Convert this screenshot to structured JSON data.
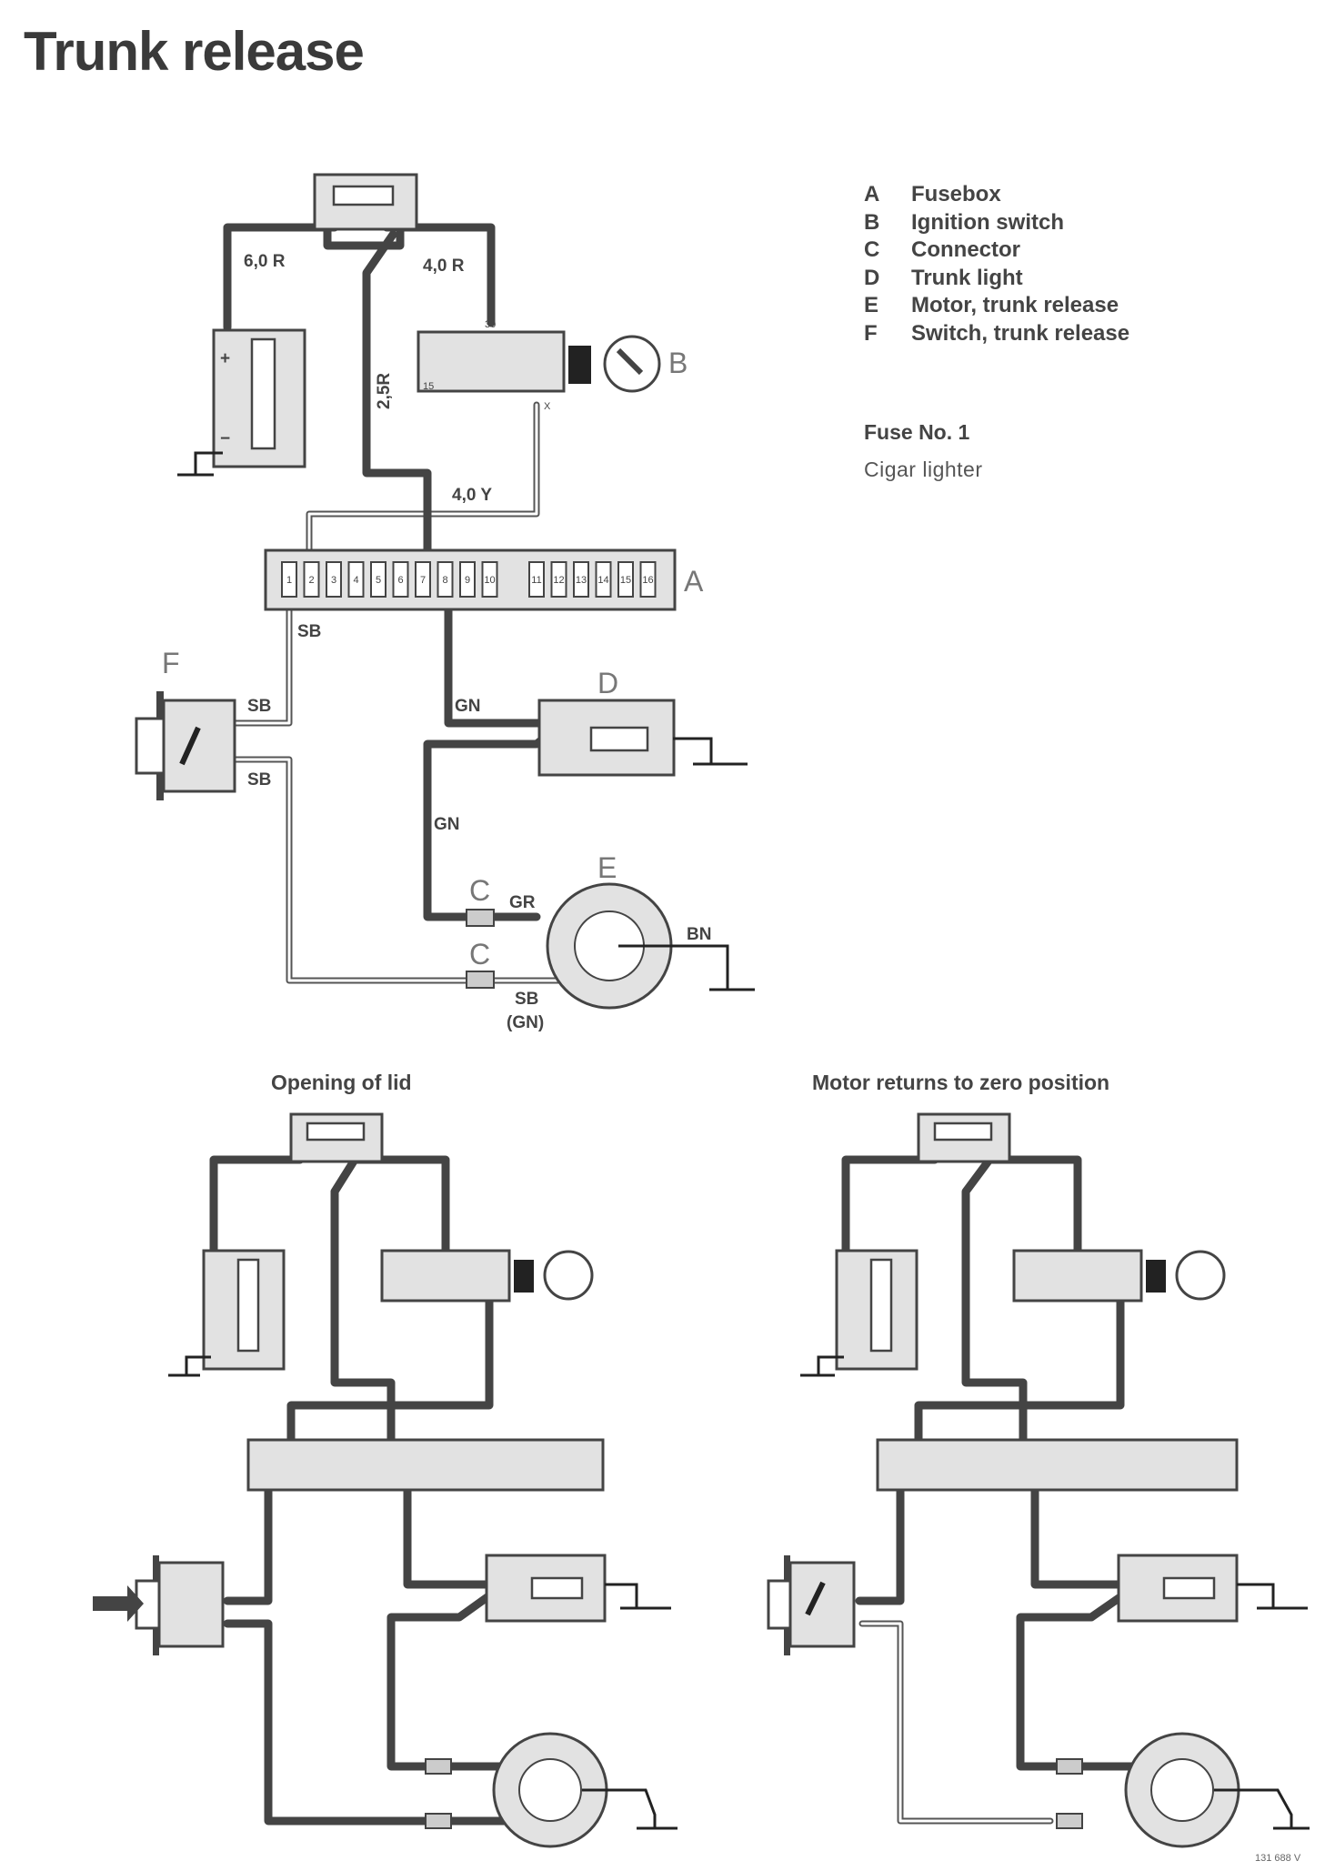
{
  "title": "Trunk release",
  "legend": [
    {
      "letter": "A",
      "text": "Fusebox"
    },
    {
      "letter": "B",
      "text": "Ignition switch"
    },
    {
      "letter": "C",
      "text": "Connector"
    },
    {
      "letter": "D",
      "text": "Trunk light"
    },
    {
      "letter": "E",
      "text": "Motor, trunk release"
    },
    {
      "letter": "F",
      "text": "Switch, trunk release"
    }
  ],
  "fuse": {
    "title": "Fuse No. 1",
    "description": "Cigar lighter"
  },
  "wire_labels": {
    "w1": "6,0 R",
    "w2": "4,0 R",
    "w3": "2,5R",
    "w4": "4,0 Y",
    "w5": "SB",
    "w6": "SB",
    "w7": "SB",
    "w8": "GN",
    "w9": "GN",
    "w10": "GR",
    "w11": "BN",
    "w12": "SB",
    "w13": "(GN)",
    "t30": "30",
    "t15": "15",
    "tx": "X",
    "plus": "+",
    "minus": "−"
  },
  "component_letters": {
    "A": "A",
    "B": "B",
    "C1": "C",
    "C2": "C",
    "D": "D",
    "E": "E",
    "F": "F"
  },
  "fuse_numbers": [
    "1",
    "2",
    "3",
    "4",
    "5",
    "6",
    "7",
    "8",
    "9",
    "10",
    "11",
    "12",
    "13",
    "14",
    "15",
    "16"
  ],
  "captions": {
    "opening": "Opening of lid",
    "return": "Motor returns to zero position"
  },
  "footnote": "131 688 V"
}
